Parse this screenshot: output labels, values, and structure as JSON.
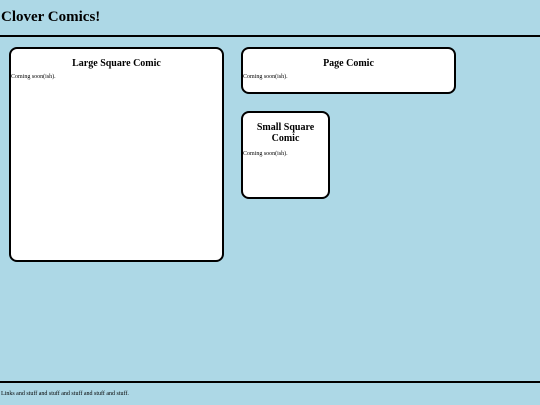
{
  "header": {
    "title": "Clover Comics!"
  },
  "panels": {
    "large_square": {
      "title": "Large Square Comic",
      "text": "Coming soon(ish)."
    },
    "page": {
      "title": "Page Comic",
      "text": "Coming soon(ish)."
    },
    "small_square": {
      "title": "Small Square Comic",
      "text": "Coming soon(ish)."
    }
  },
  "footer": {
    "text": "Links and stuff and stuff and stuff and stuff and stuff."
  },
  "colors": {
    "background": "#add8e6",
    "panel": "#ffffff",
    "border": "#000000"
  }
}
